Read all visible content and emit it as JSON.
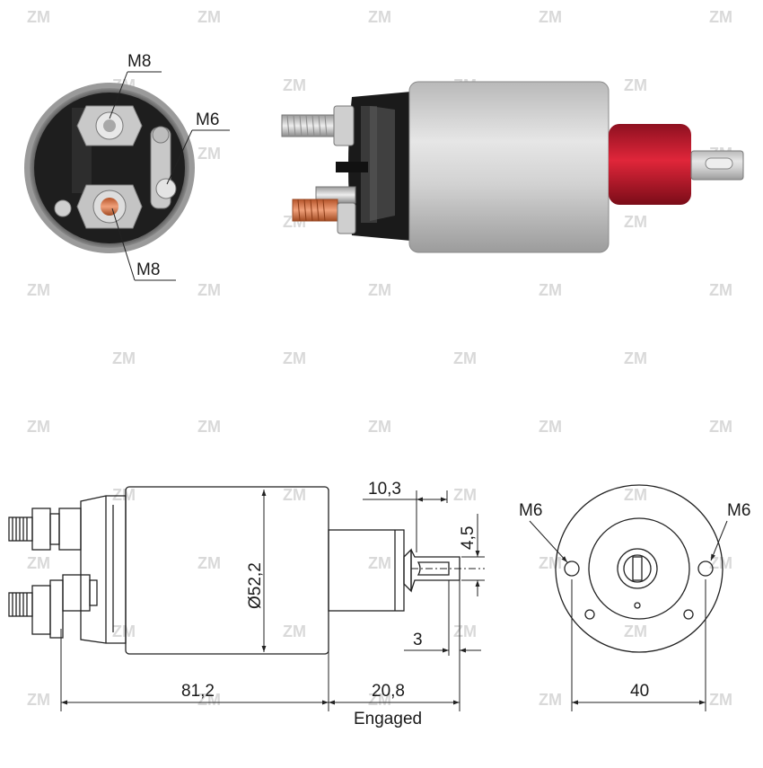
{
  "watermark": {
    "text": "ZM"
  },
  "photo_labels": {
    "end_top_thread": "M8",
    "end_small_thread": "M6",
    "end_bottom_thread": "M8"
  },
  "dimensions": {
    "width_engaged_top": "10,3",
    "tab_thickness": "4,5",
    "diameter": "Ø52,2",
    "tab_offset": "3",
    "body_length": "81,2",
    "plunger_length": "20,8",
    "engaged_label": "Engaged",
    "flange_left_thread": "M6",
    "flange_right_thread": "M6",
    "hole_spacing": "40"
  }
}
